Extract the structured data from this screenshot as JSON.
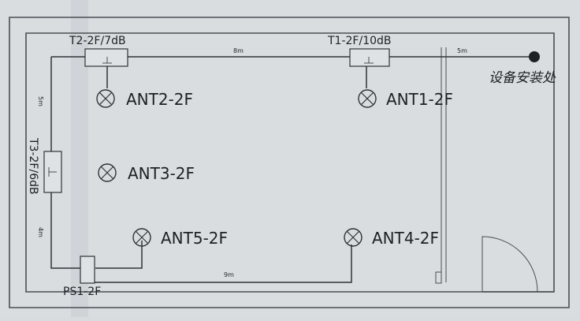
{
  "taps": {
    "t2": "T2-2F/7dB",
    "t1": "T1-2F/10dB",
    "t3": "T3-2F/6dB",
    "ps1": "PS1-2F"
  },
  "antennas": {
    "ant1": "ANT1-2F",
    "ant2": "ANT2-2F",
    "ant3": "ANT3-2F",
    "ant4": "ANT4-2F",
    "ant5": "ANT5-2F"
  },
  "distances": {
    "top_middle": "8m",
    "top_right": "5m",
    "left_upper": "5m",
    "left_lower": "4m",
    "bottom": "9m"
  },
  "equipment_label": "设备安装处"
}
